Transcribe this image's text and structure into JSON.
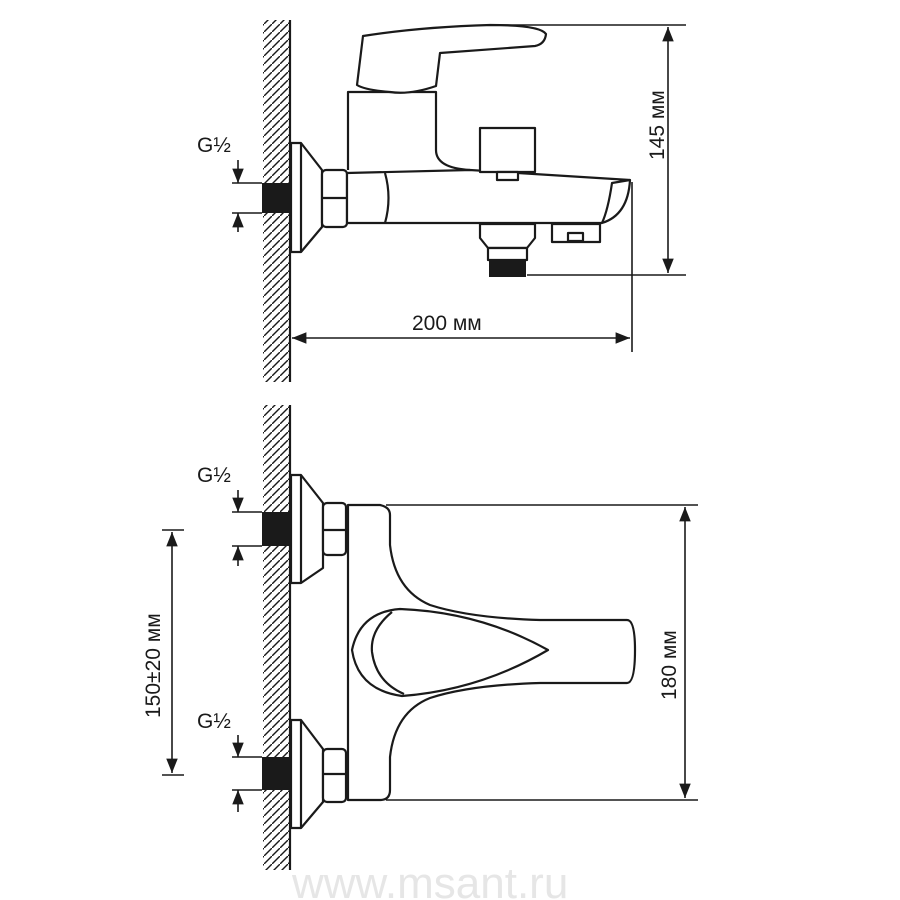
{
  "top_view": {
    "thread_label": "G½",
    "height_dimension": "145 мм",
    "length_dimension": "200 мм"
  },
  "front_view": {
    "thread_label_upper": "G½",
    "thread_label_lower": "G½",
    "inlet_spacing_dimension": "150±20 мм",
    "width_dimension": "180 мм"
  },
  "watermark": "www.msant.ru"
}
